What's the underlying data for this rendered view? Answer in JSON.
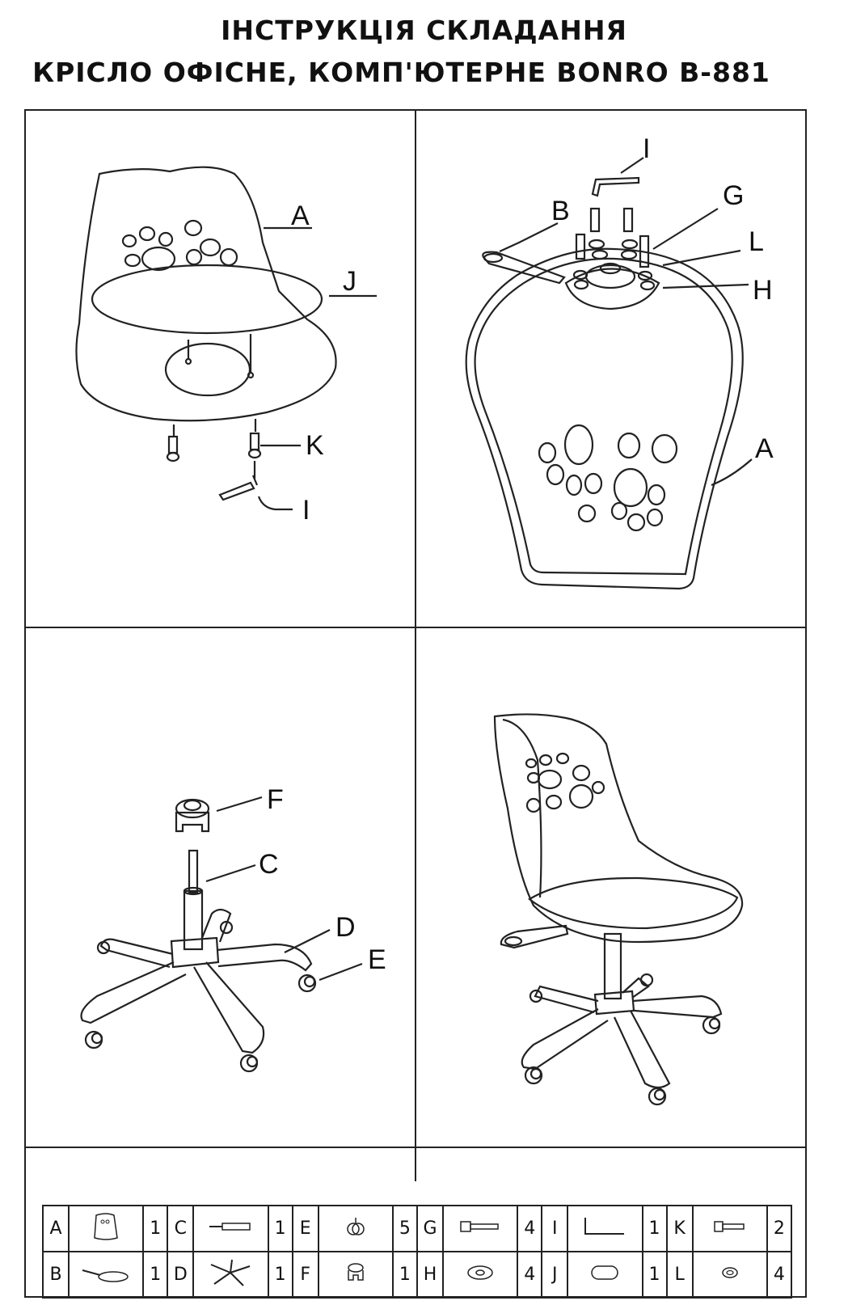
{
  "header": {
    "title_line1": "ІНСТРУКЦІЯ СКЛАДАННЯ",
    "title_line2": "КРІСЛО ОФІСНЕ, КОМП'ЮТЕРНЕ BONRO B-881"
  },
  "panels": {
    "p1": {
      "labels": {
        "a": "A",
        "j": "J",
        "k": "K",
        "i": "I"
      }
    },
    "p2": {
      "labels": {
        "i": "I",
        "b": "B",
        "g": "G",
        "l": "L",
        "h": "H",
        "a": "A"
      }
    },
    "p3": {
      "labels": {
        "f": "F",
        "c": "C",
        "d": "D",
        "e": "E"
      }
    }
  },
  "parts": [
    {
      "letter": "A",
      "qty": "1",
      "icon": "seat-shell-icon"
    },
    {
      "letter": "C",
      "qty": "1",
      "icon": "gas-lift-icon"
    },
    {
      "letter": "E",
      "qty": "5",
      "icon": "caster-icon"
    },
    {
      "letter": "G",
      "qty": "4",
      "icon": "long-bolt-icon"
    },
    {
      "letter": "I",
      "qty": "1",
      "icon": "hex-key-icon"
    },
    {
      "letter": "K",
      "qty": "2",
      "icon": "short-bolt-icon"
    },
    {
      "letter": "B",
      "qty": "1",
      "icon": "mechanism-icon"
    },
    {
      "letter": "D",
      "qty": "1",
      "icon": "star-base-icon"
    },
    {
      "letter": "F",
      "qty": "1",
      "icon": "cover-cap-icon"
    },
    {
      "letter": "H",
      "qty": "4",
      "icon": "washer-icon"
    },
    {
      "letter": "J",
      "qty": "1",
      "icon": "cushion-icon"
    },
    {
      "letter": "L",
      "qty": "4",
      "icon": "spring-washer-icon"
    }
  ]
}
